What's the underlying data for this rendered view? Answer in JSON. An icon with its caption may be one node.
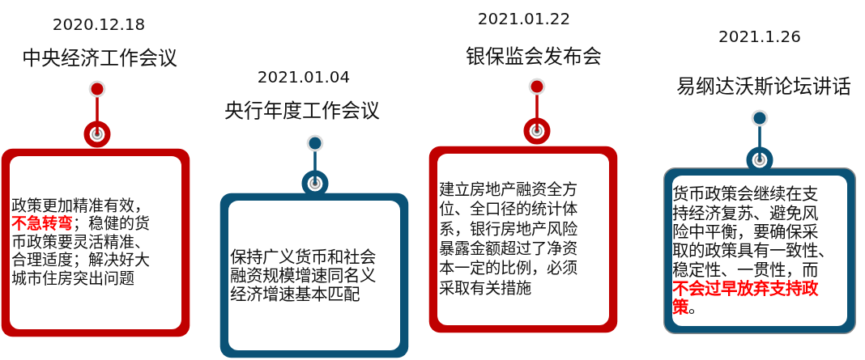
{
  "diagram": {
    "nodes": [
      {
        "text": [
          "2020.12.18",
          "中央经济工作会议",
          "政策更加精准有效，**不急转弯**；稳健的货币政策要灵活精准、合理适度；解决好大城市住房突出问题"
        ]
      },
      {
        "text": [
          "2021.01.04",
          "央行年度工作会议",
          "保持广义货币和社会融资规模增速同名义经济增速基本匹配"
        ]
      },
      {
        "text": [
          "2021.01.22",
          "银保监会发布会",
          "建立房地产融资全方位、全口径的统计体系，银行房地产风险暴露金额超过了净资本一定的比例，必须采取有关措施"
        ]
      },
      {
        "text": [
          "2021.1.26",
          "易纲达沃斯论坛讲话",
          "货币政策会继续在支持经济复苏、避免风险中平衡，要确保采取的政策具有一致性、稳定性、一贯性，而**不会过早放弃支持政策**。"
        ]
      }
    ]
  }
}
